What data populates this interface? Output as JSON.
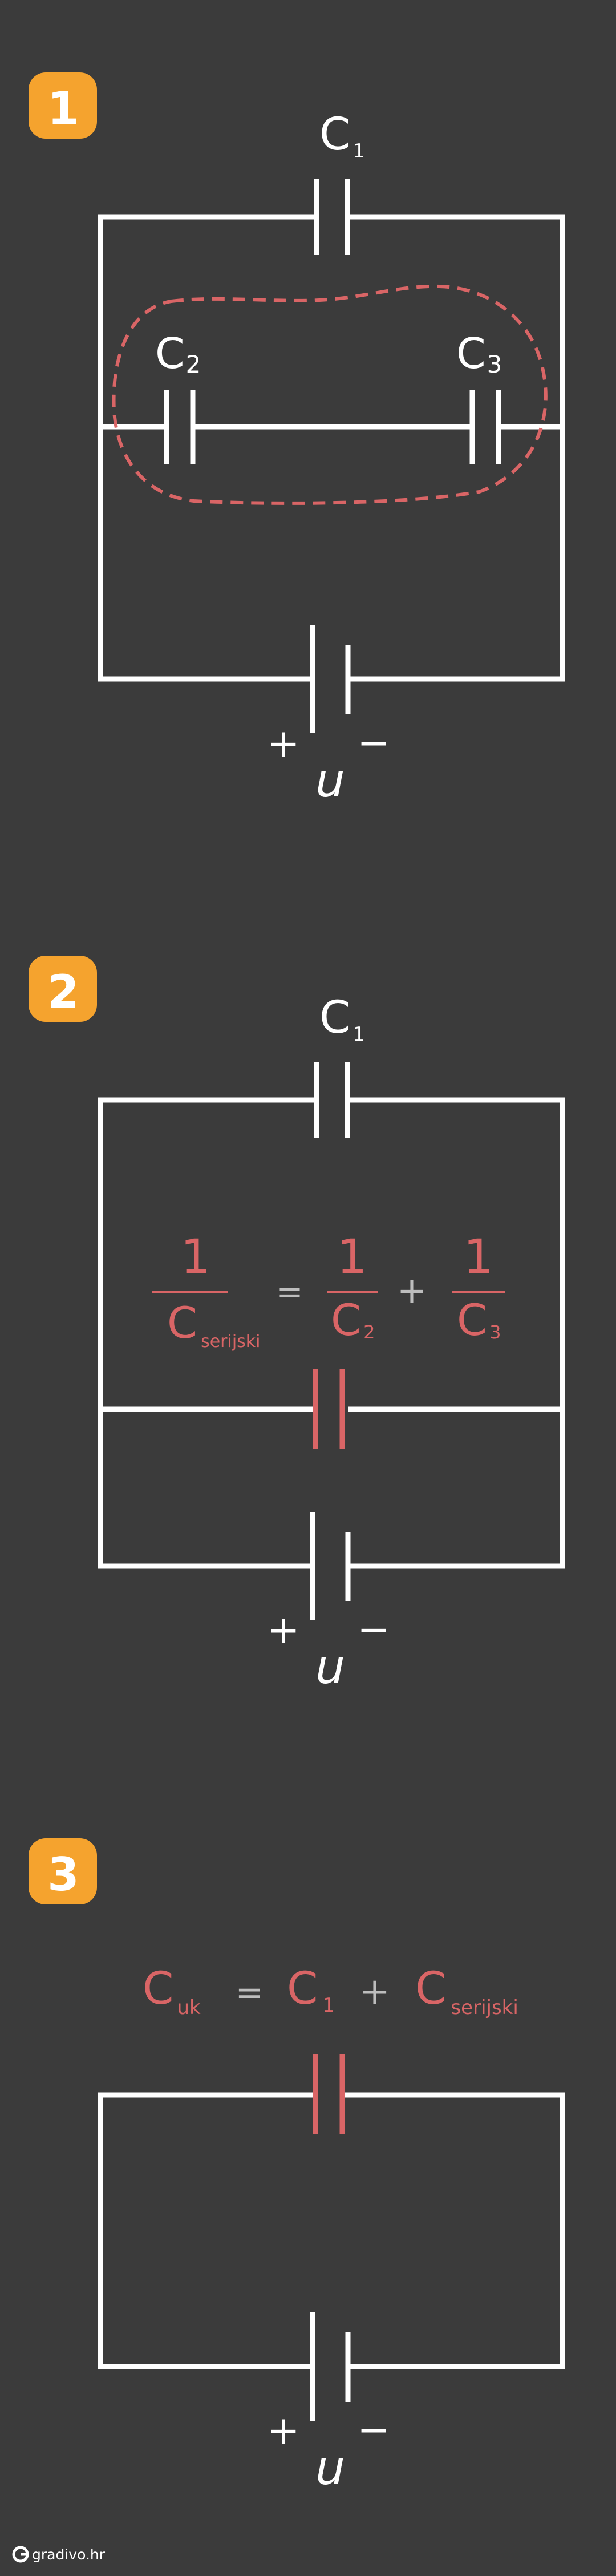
{
  "steps": [
    {
      "badge": "1",
      "c1": {
        "letter": "C",
        "sub": "1"
      },
      "c2": {
        "letter": "C",
        "sub": "2"
      },
      "c3": {
        "letter": "C",
        "sub": "3"
      },
      "plus": "+",
      "minus": "−",
      "u": "u"
    },
    {
      "badge": "2",
      "c1": {
        "letter": "C",
        "sub": "1"
      },
      "formula": {
        "num1": "1",
        "den1_letter": "C",
        "den1_sub": "serijski",
        "eq": "=",
        "num2": "1",
        "den2_letter": "C",
        "den2_sub": "2",
        "plus": "+",
        "num3": "1",
        "den3_letter": "C",
        "den3_sub": "3"
      },
      "plus": "+",
      "minus": "−",
      "u": "u"
    },
    {
      "badge": "3",
      "formula": {
        "t1_letter": "C",
        "t1_sub": "uk",
        "eq": "=",
        "t2_letter": "C",
        "t2_sub": "1",
        "plus": "+",
        "t3_letter": "C",
        "t3_sub": "serijski"
      },
      "plus": "+",
      "minus": "−",
      "u": "u"
    }
  ],
  "logo": {
    "text": "gradivo.hr",
    "icon": "gradivo-logo-icon"
  },
  "colors": {
    "background": "#3b3b3b",
    "badge": "#f5a32e",
    "accent": "#d96566",
    "line": "#ffffff",
    "operator": "#bdbdbd"
  }
}
